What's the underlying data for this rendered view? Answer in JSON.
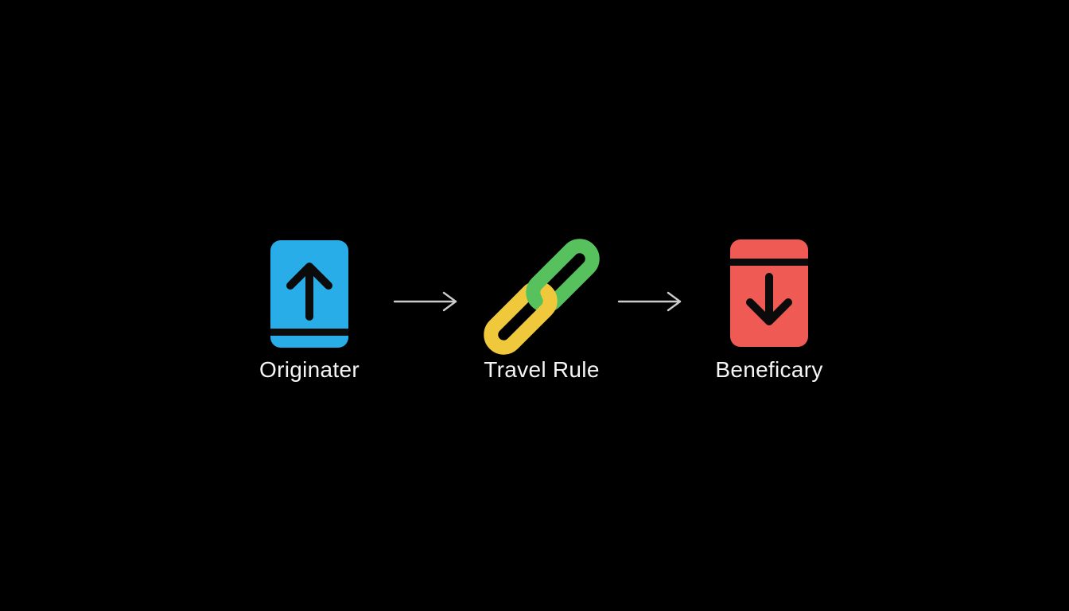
{
  "canvas": {
    "background": "#000000"
  },
  "colors": {
    "originator_blue": "#29ADE8",
    "link_green": "#56C15D",
    "link_yellow": "#F0C83B",
    "beneficiary_red": "#F05A54",
    "icon_black": "#0B0B0B",
    "connector_gray": "#CBCBCB",
    "label_text": "#F5F5F7"
  },
  "flow": {
    "nodes": [
      {
        "id": "originator",
        "label": "Originater",
        "icon": "device-upload-icon"
      },
      {
        "id": "travel-rule",
        "label": "Travel Rule",
        "icon": "chain-link-icon"
      },
      {
        "id": "beneficiary",
        "label": "Beneficary",
        "icon": "device-download-icon"
      }
    ],
    "connectors": [
      {
        "from": "originator",
        "to": "travel-rule"
      },
      {
        "from": "travel-rule",
        "to": "beneficiary"
      }
    ]
  }
}
